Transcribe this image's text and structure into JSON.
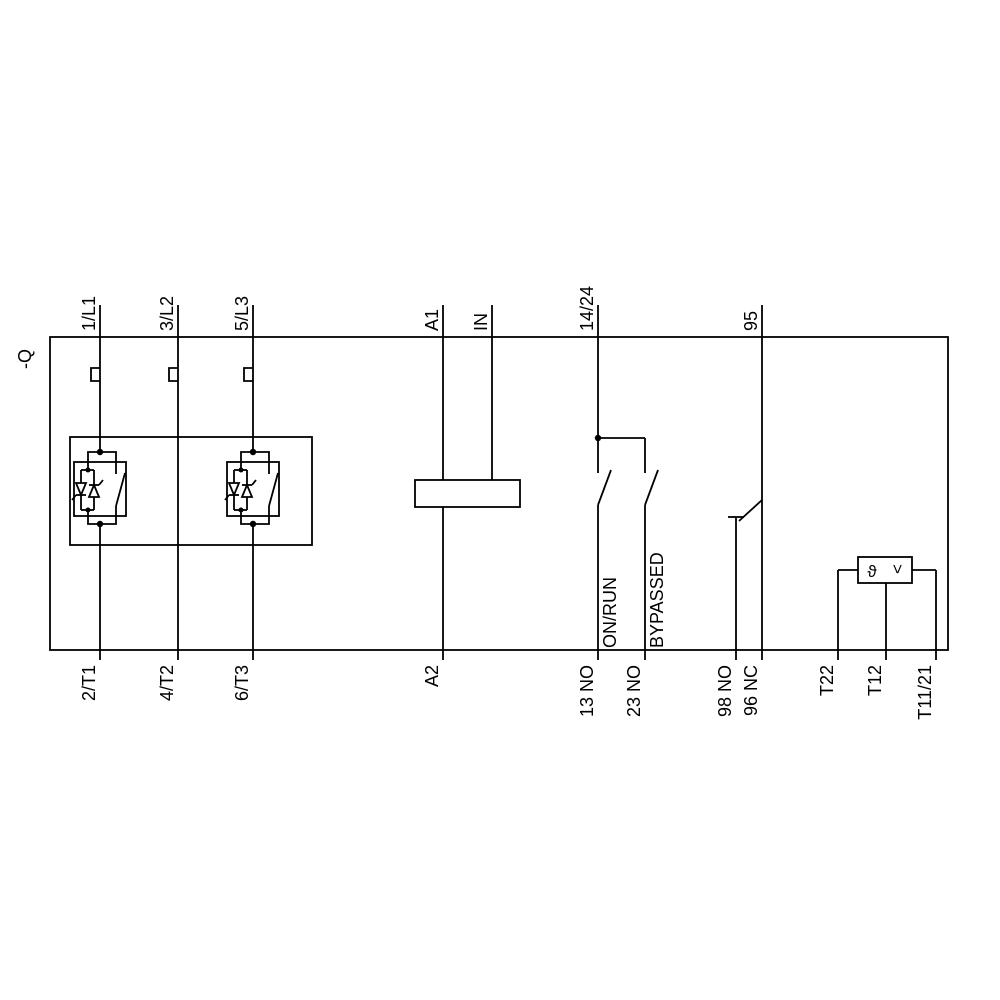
{
  "device_label": "-Q",
  "colors": {
    "line": "#000000",
    "background": "#ffffff"
  },
  "terminals": {
    "top": [
      "1/L1",
      "3/L2",
      "5/L3",
      "A1",
      "IN",
      "14/24",
      "95"
    ],
    "bottom": [
      "2/T1",
      "4/T2",
      "6/T3",
      "A2",
      "13 NO",
      "23 NO",
      "98 NO",
      "96 NC",
      "T22",
      "T12",
      "T11/21"
    ]
  },
  "annotations": {
    "on_run": "ON/RUN",
    "bypassed": "BYPASSED"
  },
  "sensor": {
    "theta": "ϑ",
    "comparator": ">"
  }
}
